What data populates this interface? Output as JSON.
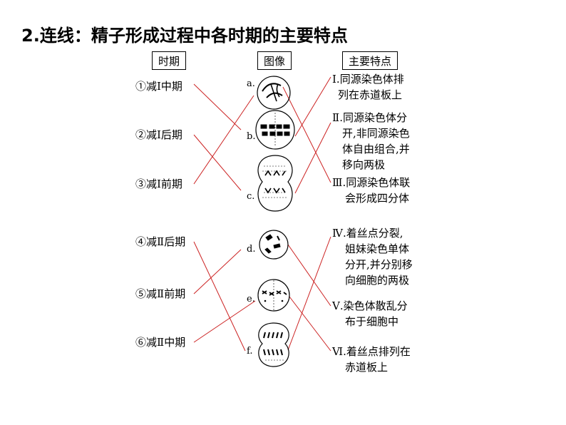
{
  "title": "2.连线：精子形成过程中各时期的主要特点",
  "headers": {
    "period": "时期",
    "image": "图像",
    "feature": "主要特点"
  },
  "periods": [
    "①减Ⅰ中期",
    "②减Ⅰ后期",
    "③减Ⅰ前期",
    "④减Ⅱ后期",
    "⑤减Ⅱ前期",
    "⑥减Ⅱ中期"
  ],
  "image_labels": [
    "a.",
    "b.",
    "c.",
    "d.",
    "e.",
    "f."
  ],
  "features": [
    [
      "Ⅰ.同源染色体排",
      "列在赤道板上"
    ],
    [
      "Ⅱ.同源染色体分",
      "开,非同源染色",
      "体自由组合,并",
      "移向两极"
    ],
    [
      "Ⅲ.同源染色体联",
      "会形成四分体"
    ],
    [
      "Ⅳ.着丝点分裂,",
      "姐妹染色单体",
      "分开,并分别移",
      "向细胞的两极"
    ],
    [
      "Ⅴ.染色体散乱分",
      "布于细胞中"
    ],
    [
      "Ⅵ.着丝点排列在",
      "赤道板上"
    ]
  ]
}
